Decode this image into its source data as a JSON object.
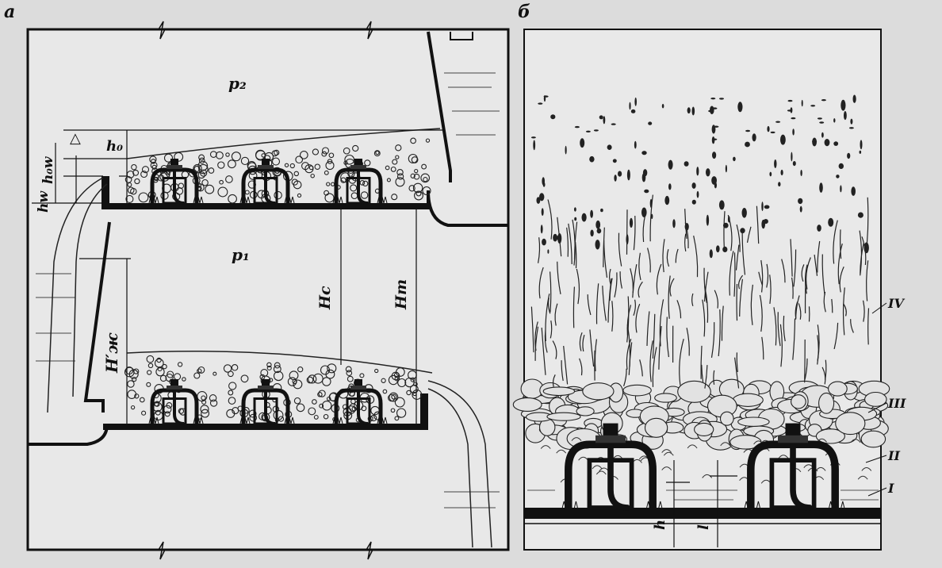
{
  "panel_a": {
    "label": "а",
    "p2": "p₂",
    "p1": "p₁",
    "h0": "h₀",
    "h0w": "h₀w",
    "hw": "hw",
    "delta": "△",
    "Hc": "Hс",
    "Ht": "Hт",
    "Hzh": "H′ж"
  },
  "panel_b": {
    "label": "б",
    "zone_IV": "IV",
    "zone_III": "III",
    "zone_II": "II",
    "zone_I": "I",
    "h": "h",
    "l": "l"
  },
  "colors": {
    "paper": "#dcdcdc",
    "panel": "#e9e9e9",
    "ink": "#111111"
  }
}
